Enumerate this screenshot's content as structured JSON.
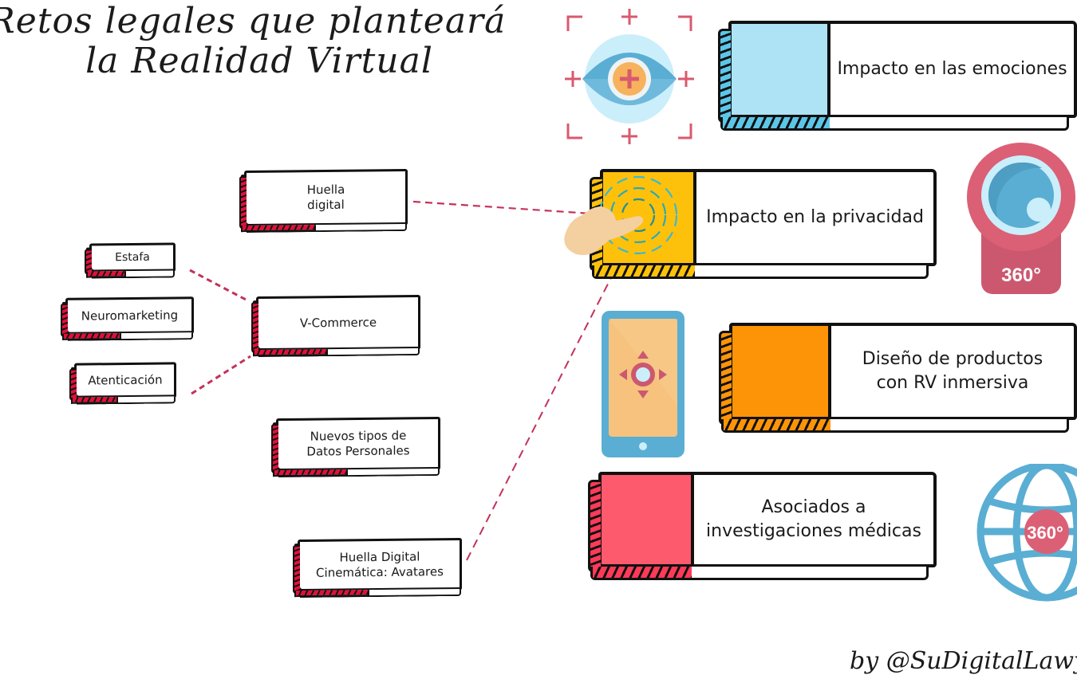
{
  "title": {
    "line1": "Retos legales que planteará",
    "line2": "la Realidad Virtual"
  },
  "left_nodes": [
    {
      "id": "huella-digital",
      "label_lines": [
        "Huella",
        "digital"
      ]
    },
    {
      "id": "estafa",
      "label_lines": [
        "Estafa"
      ]
    },
    {
      "id": "neuromarketing",
      "label_lines": [
        "Neuromarketing"
      ]
    },
    {
      "id": "v-commerce",
      "label_lines": [
        "V-Commerce"
      ]
    },
    {
      "id": "atenticacion",
      "label_lines": [
        "Atenticación"
      ]
    },
    {
      "id": "nuevos-tipos",
      "label_lines": [
        "Nuevos tipos de",
        "Datos Personales"
      ]
    },
    {
      "id": "huella-cinematica",
      "label_lines": [
        "Huella Digital",
        "Cinemática: Avatares"
      ]
    }
  ],
  "cards": [
    {
      "id": "emociones",
      "label_lines": [
        "Impacto en las emociones"
      ],
      "color": "#ade3f5",
      "stripe": "#5cc6e8",
      "icon": "eye-target-icon"
    },
    {
      "id": "privacidad",
      "label_lines": [
        "Impacto en la privacidad"
      ],
      "color": "#fdc10c",
      "stripe": "#fdc10c",
      "icon": "fingerprint-touch-icon"
    },
    {
      "id": "diseno",
      "label_lines": [
        "Diseño de productos",
        "con RV inmersiva"
      ],
      "color": "#fd9407",
      "stripe": "#fd9407",
      "icon": "smartphone-navigation-icon"
    },
    {
      "id": "medicas",
      "label_lines": [
        "Asociados a",
        "investigaciones médicas"
      ],
      "color": "#fe5a6e",
      "stripe": "#fe3a58",
      "icon": "globe-360-icon"
    }
  ],
  "icons": {
    "camera_badge": "360°",
    "globe_badge": "360°"
  },
  "colors": {
    "link": "#c3325a",
    "accent_red": "#e0103a",
    "icon_pink": "#d9596e",
    "icon_blue": "#5aaed3",
    "icon_light_blue": "#cbeefb"
  },
  "footer": "by @SuDigitalLawyer"
}
